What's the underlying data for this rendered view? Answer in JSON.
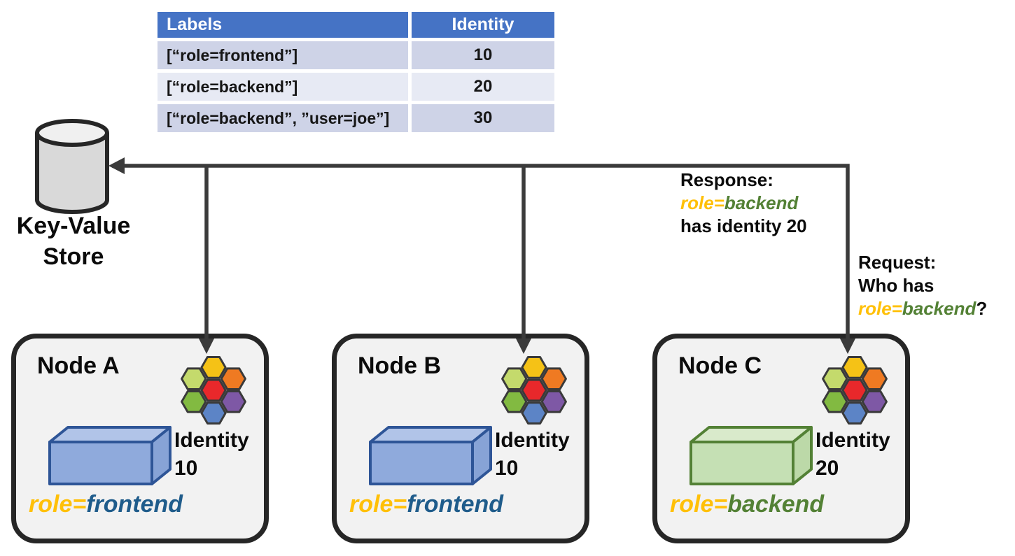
{
  "colors": {
    "ink": "#111111",
    "line": "#3B3B3B",
    "node-border": "#262626",
    "node-bg": "#F2F2F2",
    "header-blue": "#4573C5",
    "band-dark": "#CED3E7",
    "band-light": "#E7EAF4",
    "gold": "#FFC008",
    "frontend": "#1F5C8B",
    "backend": "#538135",
    "blue-front": "#8FAADC",
    "blue-top": "#B1C4E8",
    "blue-side": "#87A3D6",
    "blue-edge": "#2E5597",
    "green-front": "#C5E0B4",
    "green-top": "#D9EACB",
    "green-side": "#BCD9A8",
    "green-edge": "#538135",
    "cyl-fill": "#D9D9D9",
    "cyl-top": "#F0F0F0"
  },
  "table": {
    "headers": [
      "Labels",
      "Identity"
    ],
    "rows": [
      {
        "labels": "[“role=frontend”]",
        "identity": "10"
      },
      {
        "labels": "[“role=backend”]",
        "identity": "20"
      },
      {
        "labels": "[“role=backend”, ”user=joe”]",
        "identity": "30"
      }
    ]
  },
  "store": {
    "icon": "database-cylinder",
    "label_line1": "Key-Value",
    "label_line2": "Store"
  },
  "response": {
    "title": "Response:",
    "role_key": "role=",
    "role_value": "backend",
    "detail": "has identity 20"
  },
  "request": {
    "title": "Request:",
    "line2": "Who has",
    "role_key": "role=",
    "role_value": "backend",
    "suffix": "?"
  },
  "nodes": [
    {
      "title": "Node A",
      "identity_label": "Identity",
      "identity_value": "10",
      "role_key": "role=",
      "role_value": "frontend",
      "theme": "blue"
    },
    {
      "title": "Node B",
      "identity_label": "Identity",
      "identity_value": "10",
      "role_key": "role=",
      "role_value": "frontend",
      "theme": "blue"
    },
    {
      "title": "Node C",
      "identity_label": "Identity",
      "identity_value": "20",
      "role_key": "role=",
      "role_value": "backend",
      "theme": "green"
    }
  ],
  "logo": {
    "name": "cilium-hexagon-logo",
    "stroke": "#3A3A3A",
    "center": "#E8282B",
    "petals": [
      "#F5C216",
      "#EF7A22",
      "#7E58A5",
      "#5C84C6",
      "#82BA41",
      "#C4DA6C"
    ]
  }
}
